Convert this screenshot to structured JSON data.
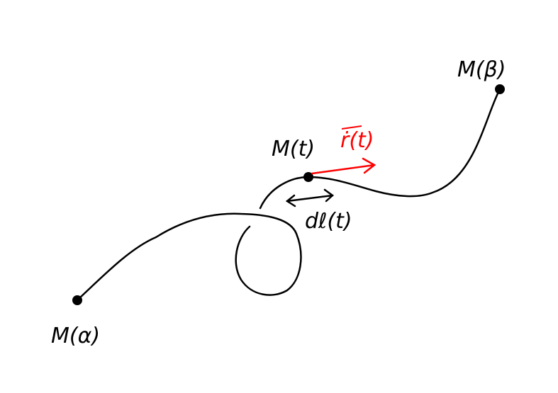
{
  "labels": {
    "start": "M(α)",
    "end": "M(β)",
    "point": "M(t)",
    "velocity": "ṙ(t)",
    "arc_element": "dℓ(t)"
  },
  "colors": {
    "curve": "#000000",
    "velocity": "#ff0000"
  }
}
